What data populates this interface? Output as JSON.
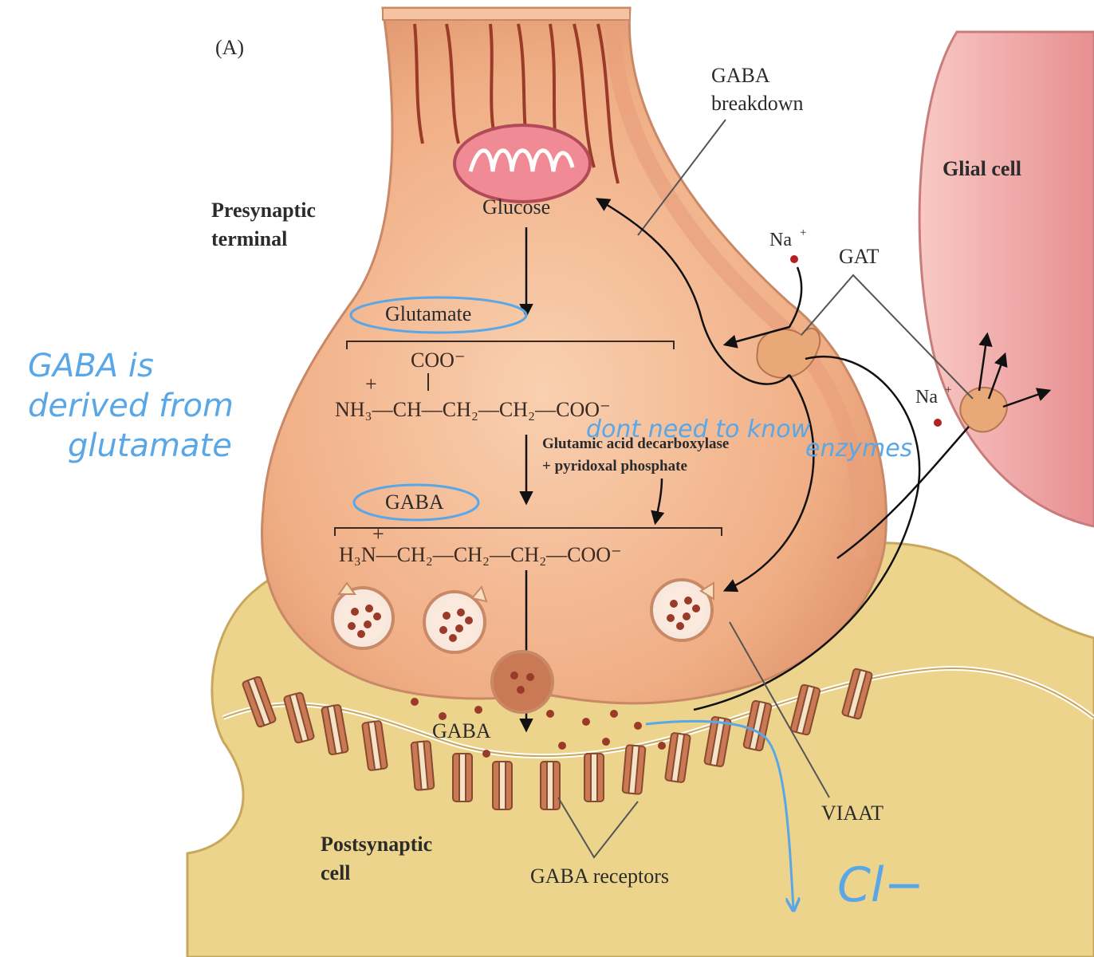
{
  "figure_letter": "(A)",
  "labels": {
    "presynaptic_line1": "Presynaptic",
    "presynaptic_line2": "terminal",
    "glucose": "Glucose",
    "glutamate": "Glutamate",
    "gaba_mid": "GABA",
    "gaba_cleft": "GABA",
    "gaba_breakdown_line1": "GABA",
    "gaba_breakdown_line2": "breakdown",
    "glial_cell": "Glial cell",
    "na_top": "Na",
    "na_right": "Na",
    "plus": "+",
    "gat": "GAT",
    "enzyme_line1": "Glutamic acid decarboxylase",
    "enzyme_line2": "+ pyridoxal phosphate",
    "viaat": "VIAAT",
    "postsynaptic_line1": "Postsynaptic",
    "postsynaptic_line2": "cell",
    "gaba_receptors": "GABA receptors"
  },
  "chemistry": {
    "glutamate_top": "COO⁻",
    "glutamate_main": "NH₃—CH—CH₂—CH₂—COO⁻",
    "glutamate_plus": "+",
    "gaba_main": "H₃N—CH₂—CH₂—CH₂—COO⁻",
    "gaba_plus": "+"
  },
  "annotations": {
    "note_left_line1": "GABA is",
    "note_left_line2": "derived from",
    "note_left_line3": "glutamate",
    "note_enzymes_line1": "dont need to know",
    "note_enzymes_line2": "enzymes",
    "note_chloride": "Cl−"
  },
  "colors": {
    "terminal_fill": "#f2b48c",
    "terminal_edge": "#c98866",
    "postsynaptic_fill": "#ecd48c",
    "glial_fill": "#f2a8a8",
    "receptor": "#c97a55",
    "vesicle_dot": "#9a3b2a",
    "handwriting": "#5aa7e8"
  }
}
